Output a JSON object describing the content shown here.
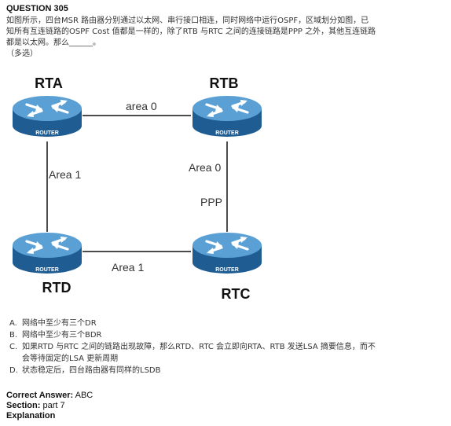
{
  "question": {
    "title": "QUESTION 305",
    "lines": [
      "如图所示，四台MSR 路由器分别通过以太网、串行接口相连，同时网络中运行OSPF，区域划分如图，已",
      "知所有互连链路的OSPF Cost 值都是一样的，除了RTB 与RTC 之间的连接链路是PPP 之外，其他互连链路",
      "都是以太网。那么______。",
      "（多选）"
    ]
  },
  "diagram": {
    "routers": {
      "rta": {
        "name": "RTA",
        "badge": "ROUTER"
      },
      "rtb": {
        "name": "RTB",
        "badge": "ROUTER"
      },
      "rtc": {
        "name": "RTC",
        "badge": "ROUTER"
      },
      "rtd": {
        "name": "RTD",
        "badge": "ROUTER"
      }
    },
    "links": {
      "top": "area 0",
      "left": "Area 1",
      "right_area": "Area 0",
      "right_type": "PPP",
      "bottom": "Area 1"
    },
    "colors": {
      "router_fill": "#2b6fa8",
      "router_top": "#5fa3d6",
      "line": "#111111"
    }
  },
  "options": [
    {
      "letter": "A.",
      "lines": [
        "网络中至少有三个DR"
      ]
    },
    {
      "letter": "B.",
      "lines": [
        "网络中至少有三个BDR"
      ]
    },
    {
      "letter": "C.",
      "lines": [
        "如果RTD 与RTC 之间的链路出现故障，那么RTD、RTC 会立即向RTA、RTB 发送LSA 摘要信息，而不",
        "会等待固定的LSA 更新周期"
      ]
    },
    {
      "letter": "D.",
      "lines": [
        "状态稳定后，四台路由器有同样的LSDB"
      ]
    }
  ],
  "answer": {
    "correct_label": "Correct Answer:",
    "correct_value": "ABC",
    "section_label": "Section:",
    "section_value": "part 7",
    "explanation_label": "Explanation"
  }
}
